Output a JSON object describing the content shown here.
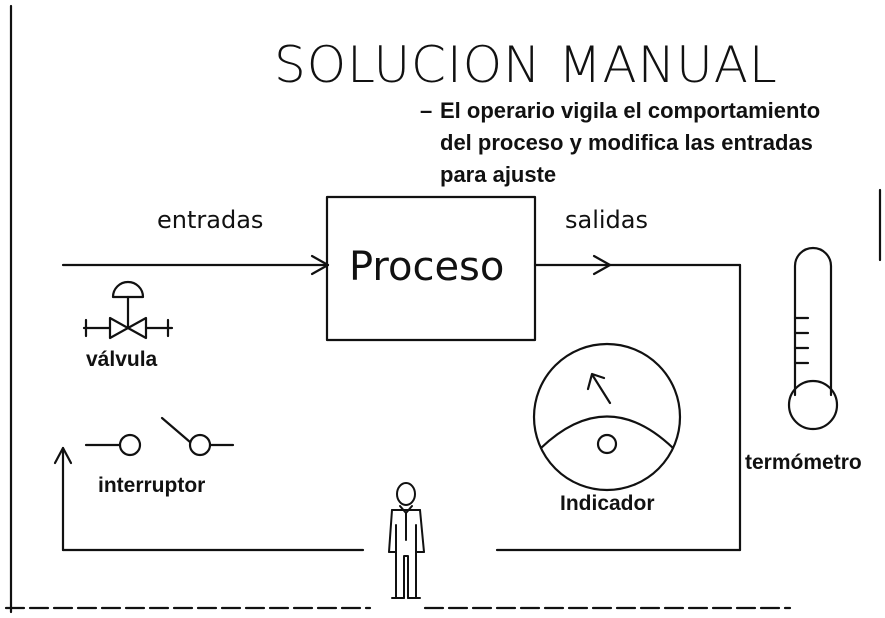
{
  "title": "SOLUCION MANUAL",
  "note": {
    "dash": "–",
    "lines": [
      "El operario vigila el comportamiento",
      "del proceso y modifica las entradas",
      "para ajuste"
    ]
  },
  "labels": {
    "entradas": "entradas",
    "salidas": "salidas",
    "proceso": "Proceso",
    "valvula": "válvula",
    "interruptor": "interruptor",
    "indicador": "Indicador",
    "termometro": "termómetro"
  },
  "icons": [
    "valve-icon",
    "switch-icon",
    "gauge-icon",
    "thermometer-icon",
    "operator-icon"
  ],
  "colors": {
    "ink": "#111111",
    "background": "#ffffff"
  }
}
